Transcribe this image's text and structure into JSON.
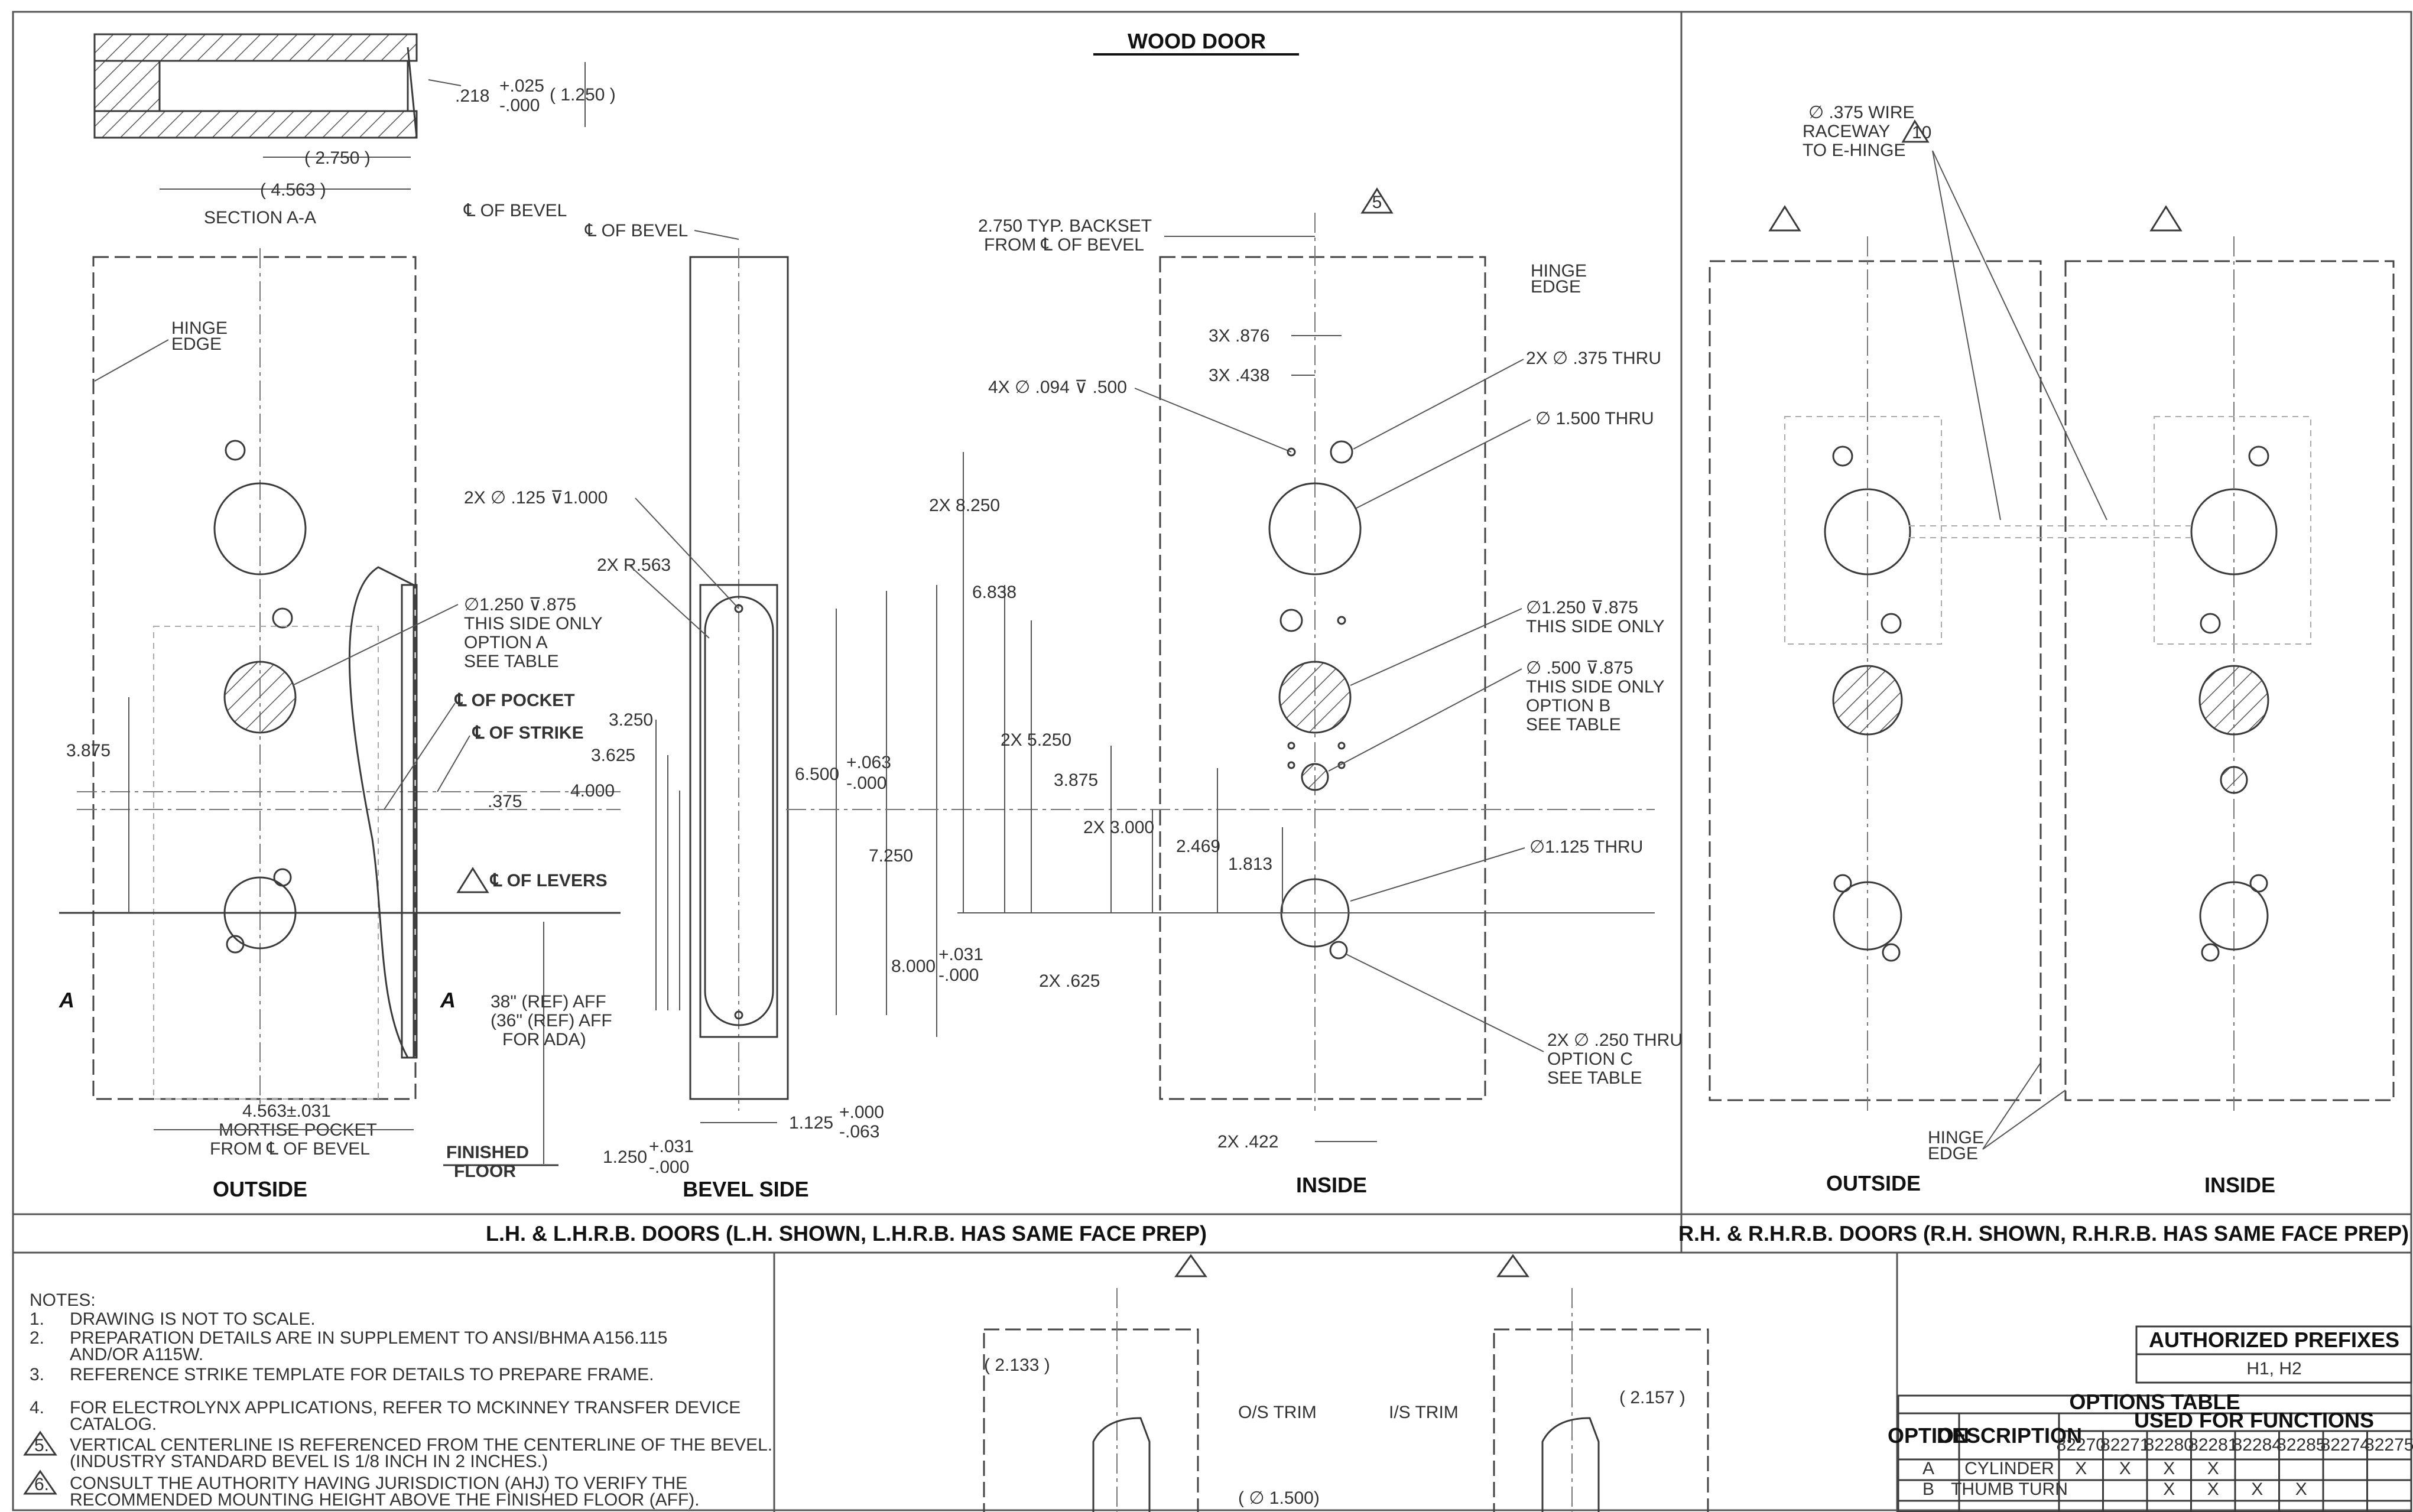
{
  "title": "WOOD DOOR",
  "section": {
    "label": "SECTION A-A",
    "dims": [
      ".218",
      "+.025",
      "-.000",
      "( 1.250 )",
      "( 2.750 )",
      "( 4.563 )"
    ],
    "cl_bevel": "℄ OF BEVEL"
  },
  "lh": {
    "footer": "L.H. & L.H.R.B. DOORS (L.H. SHOWN, L.H.R.B. HAS SAME FACE PREP)",
    "outside": {
      "label": "OUTSIDE",
      "hinge_edge": [
        "HINGE",
        "EDGE"
      ],
      "callout_a": [
        "∅1.250 ⊽.875",
        "THIS SIDE ONLY",
        "OPTION A",
        "SEE TABLE"
      ],
      "pocket": "℄ OF POCKET",
      "strike": "℄ OF STRIKE",
      "levers": "℄ OF LEVERS",
      "dim_3875": "3.875",
      "dim_375": ".375",
      "mortise": [
        "4.563±.031",
        "MORTISE POCKET",
        "FROM ℄ OF BEVEL"
      ],
      "aff": [
        "38\" (REF) AFF",
        "(36\" (REF) AFF",
        "FOR ADA)"
      ],
      "finished_floor": [
        "FINISHED",
        "FLOOR"
      ],
      "section_mark": "A"
    },
    "bevel": {
      "label": "BEVEL SIDE",
      "cl_bevel": "℄ OF BEVEL",
      "hole": "2X ∅ .125 ⊽1.000",
      "radius": "2X R.563",
      "dims": [
        "3.250",
        "3.625",
        "4.000",
        "6.500",
        "+.063",
        "-.000",
        "7.250",
        "8.000",
        "+.031",
        "-.000"
      ],
      "width": "1.125",
      "width_tol": [
        "+.000",
        "-.063"
      ],
      "bottom": "1.250",
      "bottom_tol": [
        "+.031",
        "-.000"
      ]
    },
    "inside": {
      "label": "INSIDE",
      "backset": [
        "2.750 TYP. BACKSET",
        "FROM ℄ OF BEVEL"
      ],
      "hinge_edge": [
        "HINGE",
        "EDGE"
      ],
      "dims": [
        "3X .876",
        "3X .438",
        "4X ∅ .094 ⊽ .500",
        "2X 8.250",
        "6.838",
        "2X 5.250",
        "3.875",
        "2X 3.000",
        "2.469",
        "1.813",
        "2X .625",
        "2X .422"
      ],
      "callouts": {
        "thru375": "2X ∅ .375 THRU",
        "thru1500": "∅ 1.500 THRU",
        "side_only": [
          "∅1.250 ⊽.875",
          "THIS SIDE ONLY"
        ],
        "option_b": [
          "∅ .500 ⊽.875",
          "THIS SIDE ONLY",
          "OPTION B",
          "SEE TABLE"
        ],
        "thru1125": "∅1.125 THRU",
        "option_c": [
          "2X ∅ .250 THRU",
          "OPTION C",
          "SEE TABLE"
        ]
      },
      "flag": "5"
    }
  },
  "rh": {
    "footer": "R.H. & R.H.R.B. DOORS (R.H. SHOWN, R.H.R.B. HAS SAME FACE PREP)",
    "outside": "OUTSIDE",
    "inside": "INSIDE",
    "wire": [
      "∅ .375 WIRE",
      "RACEWAY",
      "TO E-HINGE"
    ],
    "wire_flag": "10",
    "hinge_edge": [
      "HINGE",
      "EDGE"
    ]
  },
  "notes": {
    "heading": "NOTES:",
    "items": [
      {
        "n": "1.",
        "text": "DRAWING IS NOT TO SCALE."
      },
      {
        "n": "2.",
        "text": "PREPARATION DETAILS ARE IN SUPPLEMENT TO ANSI/BHMA A156.115"
      },
      {
        "n": "",
        "text": "AND/OR A115W."
      },
      {
        "n": "3.",
        "text": "REFERENCE STRIKE TEMPLATE FOR DETAILS TO PREPARE FRAME."
      },
      {
        "n": "4.",
        "text": "FOR ELECTROLYNX APPLICATIONS, REFER TO MCKINNEY TRANSFER DEVICE"
      },
      {
        "n": "",
        "text": "CATALOG."
      },
      {
        "n": "5.",
        "text": "VERTICAL CENTERLINE IS REFERENCED FROM THE CENTERLINE OF THE BEVEL."
      },
      {
        "n": "",
        "text": "(INDUSTRY STANDARD BEVEL IS 1/8 INCH IN 2 INCHES.)"
      },
      {
        "n": "6.",
        "text": "CONSULT THE AUTHORITY HAVING JURISDICTION (AHJ) TO VERIFY THE"
      },
      {
        "n": "",
        "text": "RECOMMENDED MOUNTING HEIGHT ABOVE THE FINISHED FLOOR (AFF)."
      }
    ]
  },
  "trim": {
    "left_dim": "( 2.133 )",
    "os_trim": "O/S TRIM",
    "cyl": "( ∅ 1.500)",
    "is_trim": "I/S TRIM",
    "right_dim": "( 2.157 )"
  },
  "authorized": {
    "title": "AUTHORIZED PREFIXES",
    "value": "H1, H2"
  },
  "options_table": {
    "title": "OPTIONS TABLE",
    "used_for": "USED FOR FUNCTIONS",
    "col_option": "OPTION",
    "col_desc": "DESCRIPTION",
    "functions": [
      "82270",
      "82271",
      "82280",
      "82281",
      "82284",
      "82285",
      "82274",
      "82275"
    ],
    "rows": [
      {
        "option": "A",
        "desc": "CYLINDER",
        "marks": [
          "X",
          "X",
          "X",
          "X",
          "",
          "",
          "",
          ""
        ]
      },
      {
        "option": "B",
        "desc": "THUMB TURN",
        "marks": [
          "",
          "",
          "X",
          "X",
          "X",
          "X",
          "",
          ""
        ]
      }
    ]
  }
}
